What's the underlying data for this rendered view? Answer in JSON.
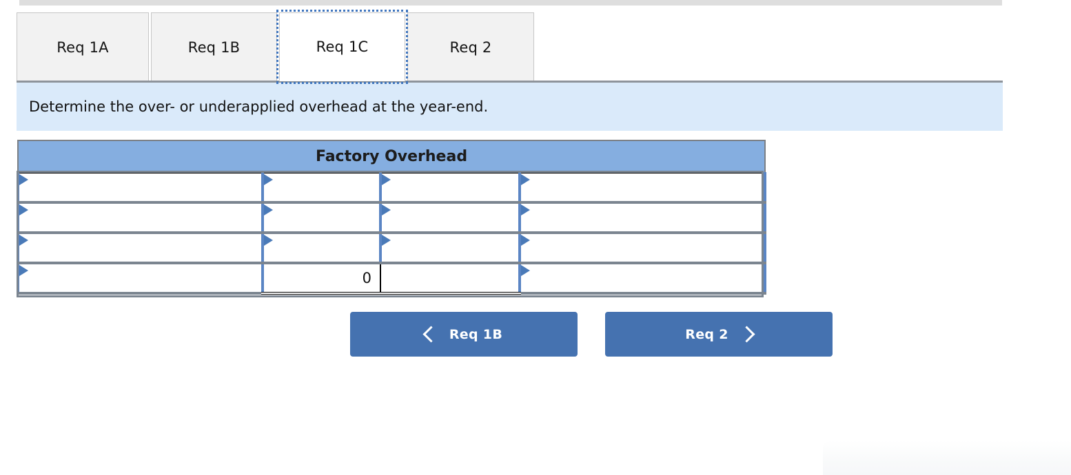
{
  "window": {
    "top_strip": ""
  },
  "tabs": {
    "items": [
      {
        "id": "req-1a",
        "label": "Req 1A",
        "active": false
      },
      {
        "id": "req-1b",
        "label": "Req 1B",
        "active": false
      },
      {
        "id": "req-1c",
        "label": "Req 1C",
        "active": true
      },
      {
        "id": "req-2",
        "label": "Req 2",
        "active": false
      }
    ]
  },
  "instruction": {
    "text": "Determine the over- or underapplied overhead at the year-end."
  },
  "table": {
    "title": "Factory Overhead",
    "columns": [
      "account-label-left",
      "amount-left",
      "amount-right",
      "account-label-right"
    ],
    "rows": [
      {
        "cells": [
          {
            "type": "dropdown",
            "value": ""
          },
          {
            "type": "dropdown",
            "value": ""
          },
          {
            "type": "dropdown",
            "value": ""
          },
          {
            "type": "dropdown",
            "value": ""
          }
        ]
      },
      {
        "cells": [
          {
            "type": "dropdown",
            "value": ""
          },
          {
            "type": "dropdown",
            "value": ""
          },
          {
            "type": "dropdown",
            "value": ""
          },
          {
            "type": "dropdown",
            "value": ""
          }
        ]
      },
      {
        "cells": [
          {
            "type": "dropdown",
            "value": ""
          },
          {
            "type": "dropdown",
            "value": ""
          },
          {
            "type": "dropdown",
            "value": ""
          },
          {
            "type": "dropdown",
            "value": ""
          }
        ]
      },
      {
        "total": true,
        "cells": [
          {
            "type": "dropdown",
            "value": ""
          },
          {
            "type": "value",
            "value": "0"
          },
          {
            "type": "blank",
            "value": ""
          },
          {
            "type": "dropdown",
            "value": ""
          }
        ]
      }
    ]
  },
  "nav": {
    "prev_label": "Req 1B",
    "next_label": "Req 2",
    "prev_icon": "chevron-left-icon",
    "next_icon": "chevron-right-icon"
  },
  "colors": {
    "header_blue": "#85aee0",
    "cell_border_blue": "#5a85c4",
    "banner_blue": "#daeafa",
    "button_blue": "#4572b0",
    "tab_inactive": "#f2f2f2",
    "focus_outline": "#3e74bd"
  }
}
